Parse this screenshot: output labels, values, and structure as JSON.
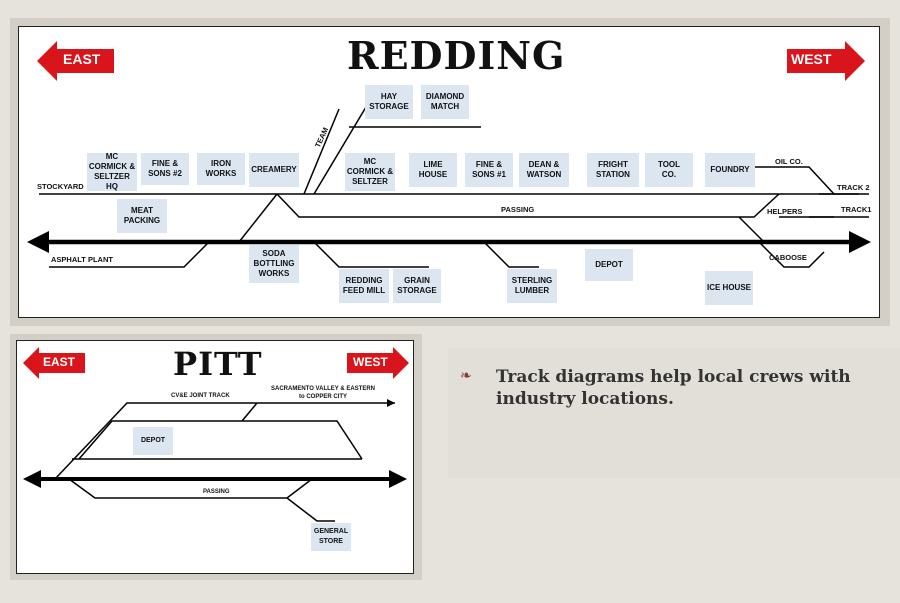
{
  "redding": {
    "title": "REDDING",
    "east_label": "EAST",
    "west_label": "WEST",
    "labels": {
      "stockyard": "STOCKYARD",
      "asphalt": "ASPHALT PLANT",
      "team": "TEAM",
      "passing": "PASSING",
      "helpers": "HELPERS",
      "track1": "TRACK1",
      "track2": "TRACK 2",
      "oilco": "OIL CO.",
      "caboose": "CABOOSE"
    },
    "boxes": {
      "mc_hq": "MC\nCORMICK &\nSELTZER HQ",
      "fine2": "FINE &\nSONS #2",
      "iron": "IRON\nWORKS",
      "creamery": "CREAMERY",
      "hay": "HAY\nSTORAGE",
      "diamond": "DIAMOND\nMATCH",
      "mc": "MC\nCORMICK &\nSELTZER",
      "lime": "LIME\nHOUSE",
      "fine1": "FINE &\nSONS #1",
      "dean": "DEAN &\nWATSON",
      "fright": "FRIGHT\nSTATION",
      "tool": "TOOL\nCO.",
      "foundry": "FOUNDRY",
      "meat": "MEAT\nPACKING",
      "soda": "SODA\nBOTTLING\nWORKS",
      "feedmill": "REDDING\nFEED MILL",
      "grain": "GRAIN\nSTORAGE",
      "sterling": "STERLING\nLUMBER",
      "depot": "DEPOT",
      "icehouse": "ICE HOUSE"
    }
  },
  "pitt": {
    "title": "PITT",
    "east_label": "EAST",
    "west_label": "WEST",
    "labels": {
      "cvjt": "CV&E JOINT TRACK",
      "sve": "SACRAMENTO VALLEY & EASTERN\nto COPPER CITY",
      "passing": "PASSING"
    },
    "boxes": {
      "depot": "DEPOT",
      "general": "GENERAL\nSTORE"
    }
  },
  "bullet": {
    "icon": "fleuron-bullet-icon",
    "text": "Track diagrams help local crews with industry locations."
  },
  "colors": {
    "arrow_red": "#d9151b",
    "box_fill": "#dce6f1"
  }
}
